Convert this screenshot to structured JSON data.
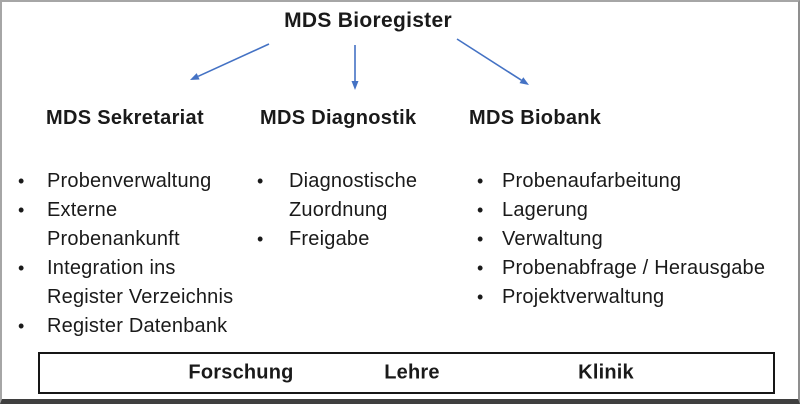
{
  "title": "MDS Bioregister",
  "colors": {
    "arrow_blue": "#4472C4",
    "text": "#1a1a1a",
    "footer_border": "#161616",
    "frame_border": "#a6a6a6",
    "frame_bottom": "#3f3f3f"
  },
  "icons": {
    "left_arrow": "arrow-down-left",
    "middle_arrow": "arrow-down",
    "right_arrow": "arrow-down-right",
    "bullet": "bullet-dot"
  },
  "columns": [
    {
      "header": "MDS Sekretariat",
      "items": [
        "Probenverwaltung",
        "Externe\nProbenankunft",
        "Integration ins\nRegister Verzeichnis",
        "Register Datenbank"
      ]
    },
    {
      "header": "MDS Diagnostik",
      "items": [
        "Diagnostische\nZuordnung",
        "Freigabe"
      ]
    },
    {
      "header": "MDS Biobank",
      "items": [
        "Probenaufarbeitung",
        "Lagerung",
        "Verwaltung",
        "Probenabfrage / Herausgabe",
        "Projektverwaltung"
      ]
    }
  ],
  "footer": {
    "labels": [
      "Forschung",
      "Lehre",
      "Klinik"
    ]
  },
  "bullet_glyph": "•"
}
